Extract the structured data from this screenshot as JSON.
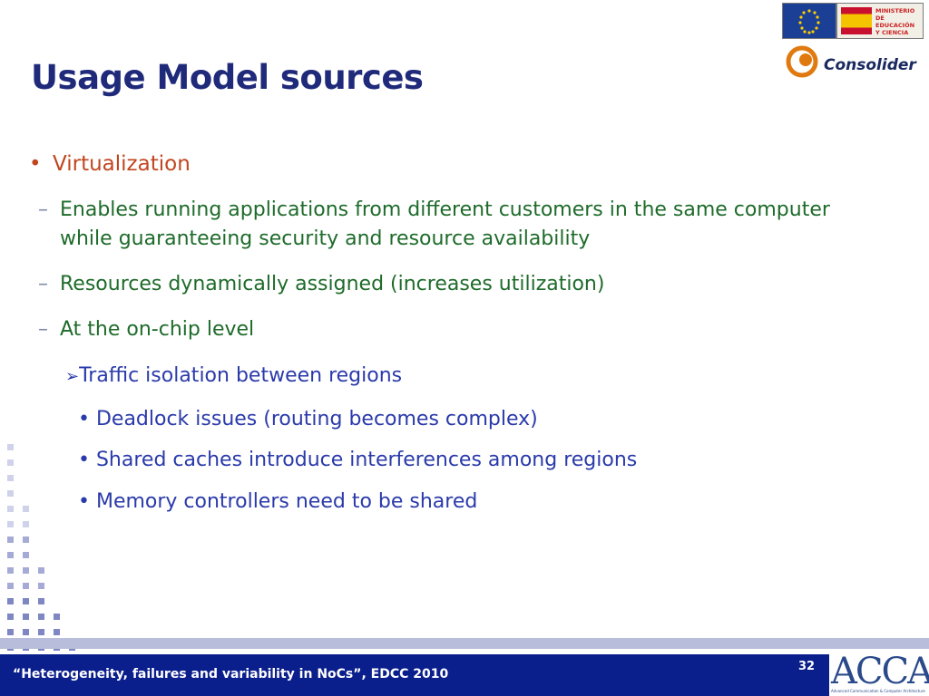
{
  "title": "Usage Model sources",
  "logos": {
    "ministry_text": "MINISTERIO DE EDUCACIÓN Y CIENCIA",
    "consolider_text": "Consolider",
    "acca_text": "ACCA",
    "acca_sub": "Advanced Communication & Computer Architecture"
  },
  "bullet": {
    "mark": "•",
    "text": "Virtualization"
  },
  "dashes": [
    {
      "mark": "–",
      "text": "Enables running applications from different customers in the same computer while guaranteeing security and resource availability"
    },
    {
      "mark": "–",
      "text": "Resources dynamically assigned (increases utilization)"
    },
    {
      "mark": "–",
      "text": "At the on-chip level"
    }
  ],
  "arrow_item": {
    "mark": "➢",
    "text": "Traffic isolation between regions"
  },
  "sub_items": [
    "• Deadlock issues (routing becomes complex)",
    "• Shared caches introduce interferences among regions",
    "• Memory controllers need to be shared"
  ],
  "footer": {
    "text": "“Heterogeneity, failures and variability in NoCs”, EDCC 2010",
    "page_number": "32"
  },
  "colors": {
    "title": "#1f2a7a",
    "bullet": "#c0461f",
    "dash_text": "#1e6b2a",
    "sub_text": "#2a3aaa",
    "footer_bg": "#0b1f8c"
  }
}
